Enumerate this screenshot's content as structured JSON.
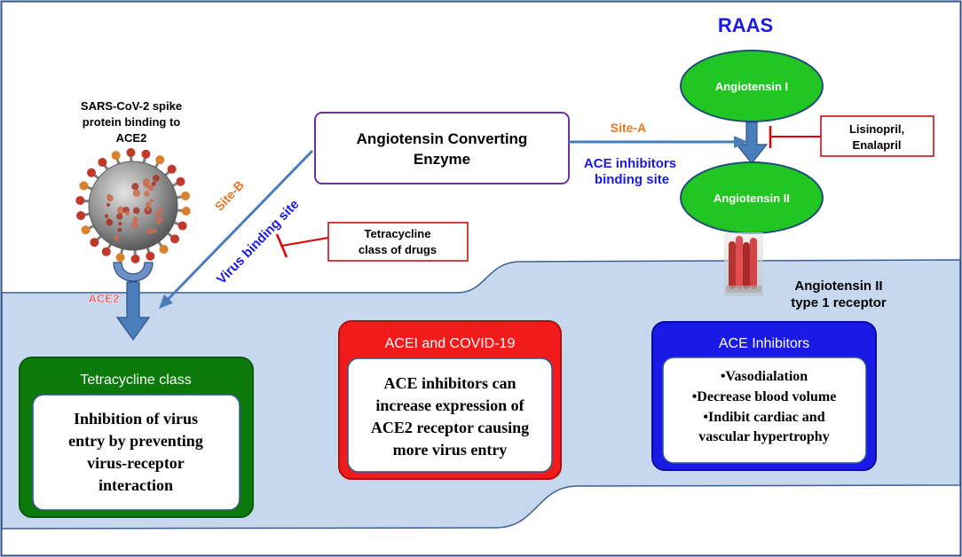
{
  "raas_title": "RAAS",
  "virus": {
    "caption_lines": [
      "SARS-CoV-2 spike",
      "protein binding to",
      "ACE2"
    ],
    "receptor_label": "ACE2",
    "icon": "coronavirus-icon"
  },
  "ace_box": {
    "lines": [
      "Angiotensin Converting",
      "Enzyme"
    ]
  },
  "site_a_label": "Site-A",
  "site_b_label": "Site-B",
  "ace_inhibitors_binding_site": [
    "ACE inhibitors",
    "binding site"
  ],
  "virus_binding_site_label": "Virus binding site",
  "angiotensin_i": "Angiotensin I",
  "angiotensin_ii": "Angiotensin II",
  "lisinopril_box": [
    "Lisinopril,",
    "Enalapril"
  ],
  "tetracycline_drugs_box": [
    "Tetracycline",
    "class of drugs"
  ],
  "at1_receptor": {
    "lines": [
      "Angiotensin II",
      "type 1 receptor"
    ],
    "icon": "receptor-icon"
  },
  "panels": [
    {
      "header": "Tetracycline class",
      "body": [
        "Inhibition of virus",
        "entry by preventing",
        "virus-receptor",
        "interaction"
      ],
      "color": "#0b7a0b",
      "border": "#085a08"
    },
    {
      "header": "ACEI and COVID-19",
      "body": [
        "ACE inhibitors can",
        "increase expression of",
        "ACE2 receptor causing",
        "more virus entry"
      ],
      "color": "#f21b1b",
      "border": "#b00e0e"
    },
    {
      "header": "ACE Inhibitors",
      "body": [
        "•Vasodialation",
        "•Decrease blood volume",
        "•Indibit cardiac and",
        "vascular hypertrophy"
      ],
      "color": "#1a1ae6",
      "border": "#0d0d9c"
    }
  ],
  "colors": {
    "raas_blue": "#1a1ae6",
    "site_orange": "#e87722",
    "arrow_blue": "#4a7ebb",
    "angiotensin_green": "#22c622",
    "inhibitor_red": "#e00000",
    "membrane_fill": "#c5d8ee"
  }
}
